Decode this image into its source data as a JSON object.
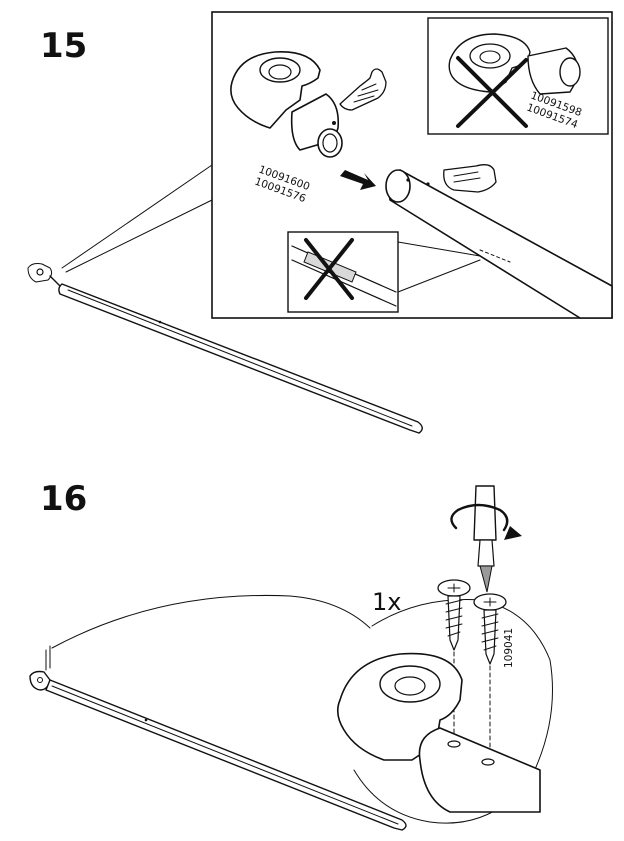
{
  "steps": [
    {
      "number": "15",
      "part_correct_1": "10091600",
      "part_correct_2": "10091576",
      "part_wrong_1": "10091598",
      "part_wrong_2": "10091574"
    },
    {
      "number": "16",
      "quantity": "1x",
      "screw_part": "109041"
    }
  ]
}
